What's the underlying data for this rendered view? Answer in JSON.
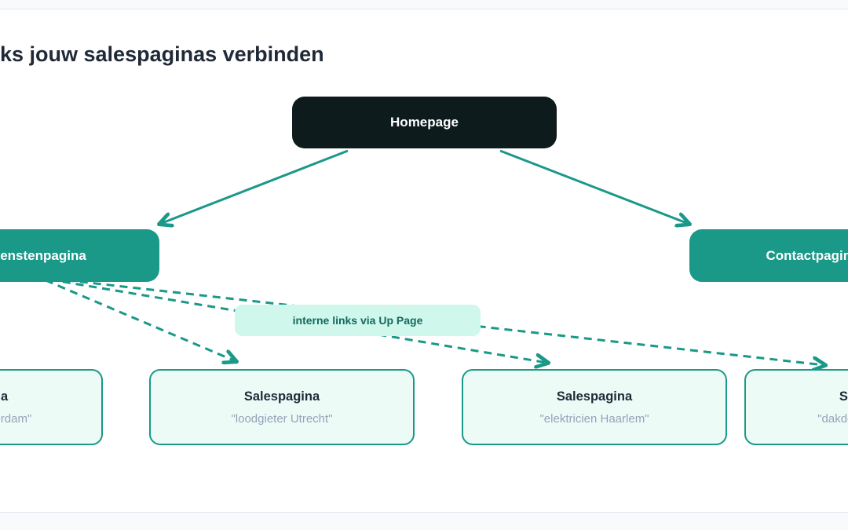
{
  "page": {
    "title": "ks jouw salespaginas verbinden"
  },
  "colors": {
    "accent": "#1a9888",
    "homepage_bg": "#0e1b1d",
    "category_bg": "#1a9888",
    "edge_label_bg": "#cff7ec",
    "edge_label_text": "#15695f",
    "sales_bg": "#edfbf7",
    "sales_keyword_text": "#94a3b8",
    "card_bg": "#ffffff",
    "page_bg": "#f8fafc"
  },
  "diagram": {
    "homepage": {
      "label": "Homepage"
    },
    "category_pages": [
      {
        "label": "Dienstenpagina"
      },
      {
        "label": "Contactpagina"
      }
    ],
    "edge_label": {
      "text": "interne links via Up Page"
    },
    "sales_pages": [
      {
        "title": "Salespagina",
        "keyword": "\"loodgieter Amsterdam\""
      },
      {
        "title": "Salespagina",
        "keyword": "\"loodgieter Utrecht\""
      },
      {
        "title": "Salespagina",
        "keyword": "\"elektricien Haarlem\""
      },
      {
        "title": "Salespagina",
        "keyword": "\"dakdekker Den Haag\""
      }
    ]
  }
}
